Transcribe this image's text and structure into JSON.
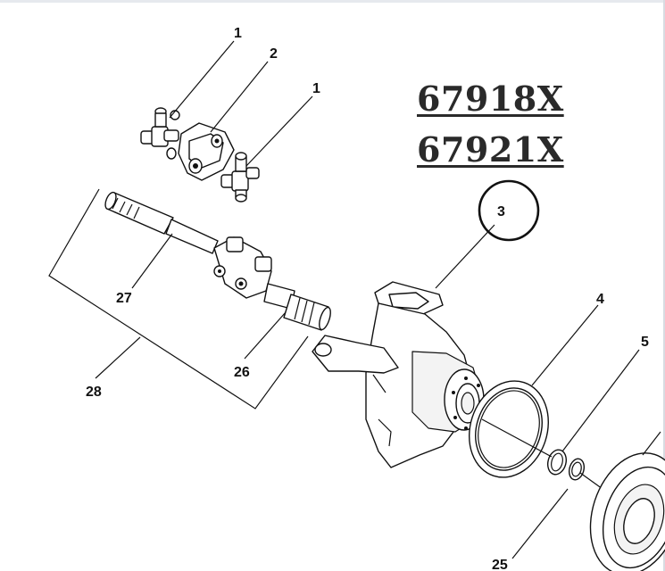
{
  "part_numbers": [
    "67918X",
    "67921X"
  ],
  "callouts": {
    "c1a": "1",
    "c2": "2",
    "c1b": "1",
    "c3": "3",
    "c4": "4",
    "c5": "5",
    "c27": "27",
    "c26": "26",
    "c28": "28",
    "c25": "25"
  },
  "highlight_circle_callout": "3",
  "colors": {
    "ink": "#111111",
    "highlight": "#111111",
    "background": "#ffffff"
  }
}
